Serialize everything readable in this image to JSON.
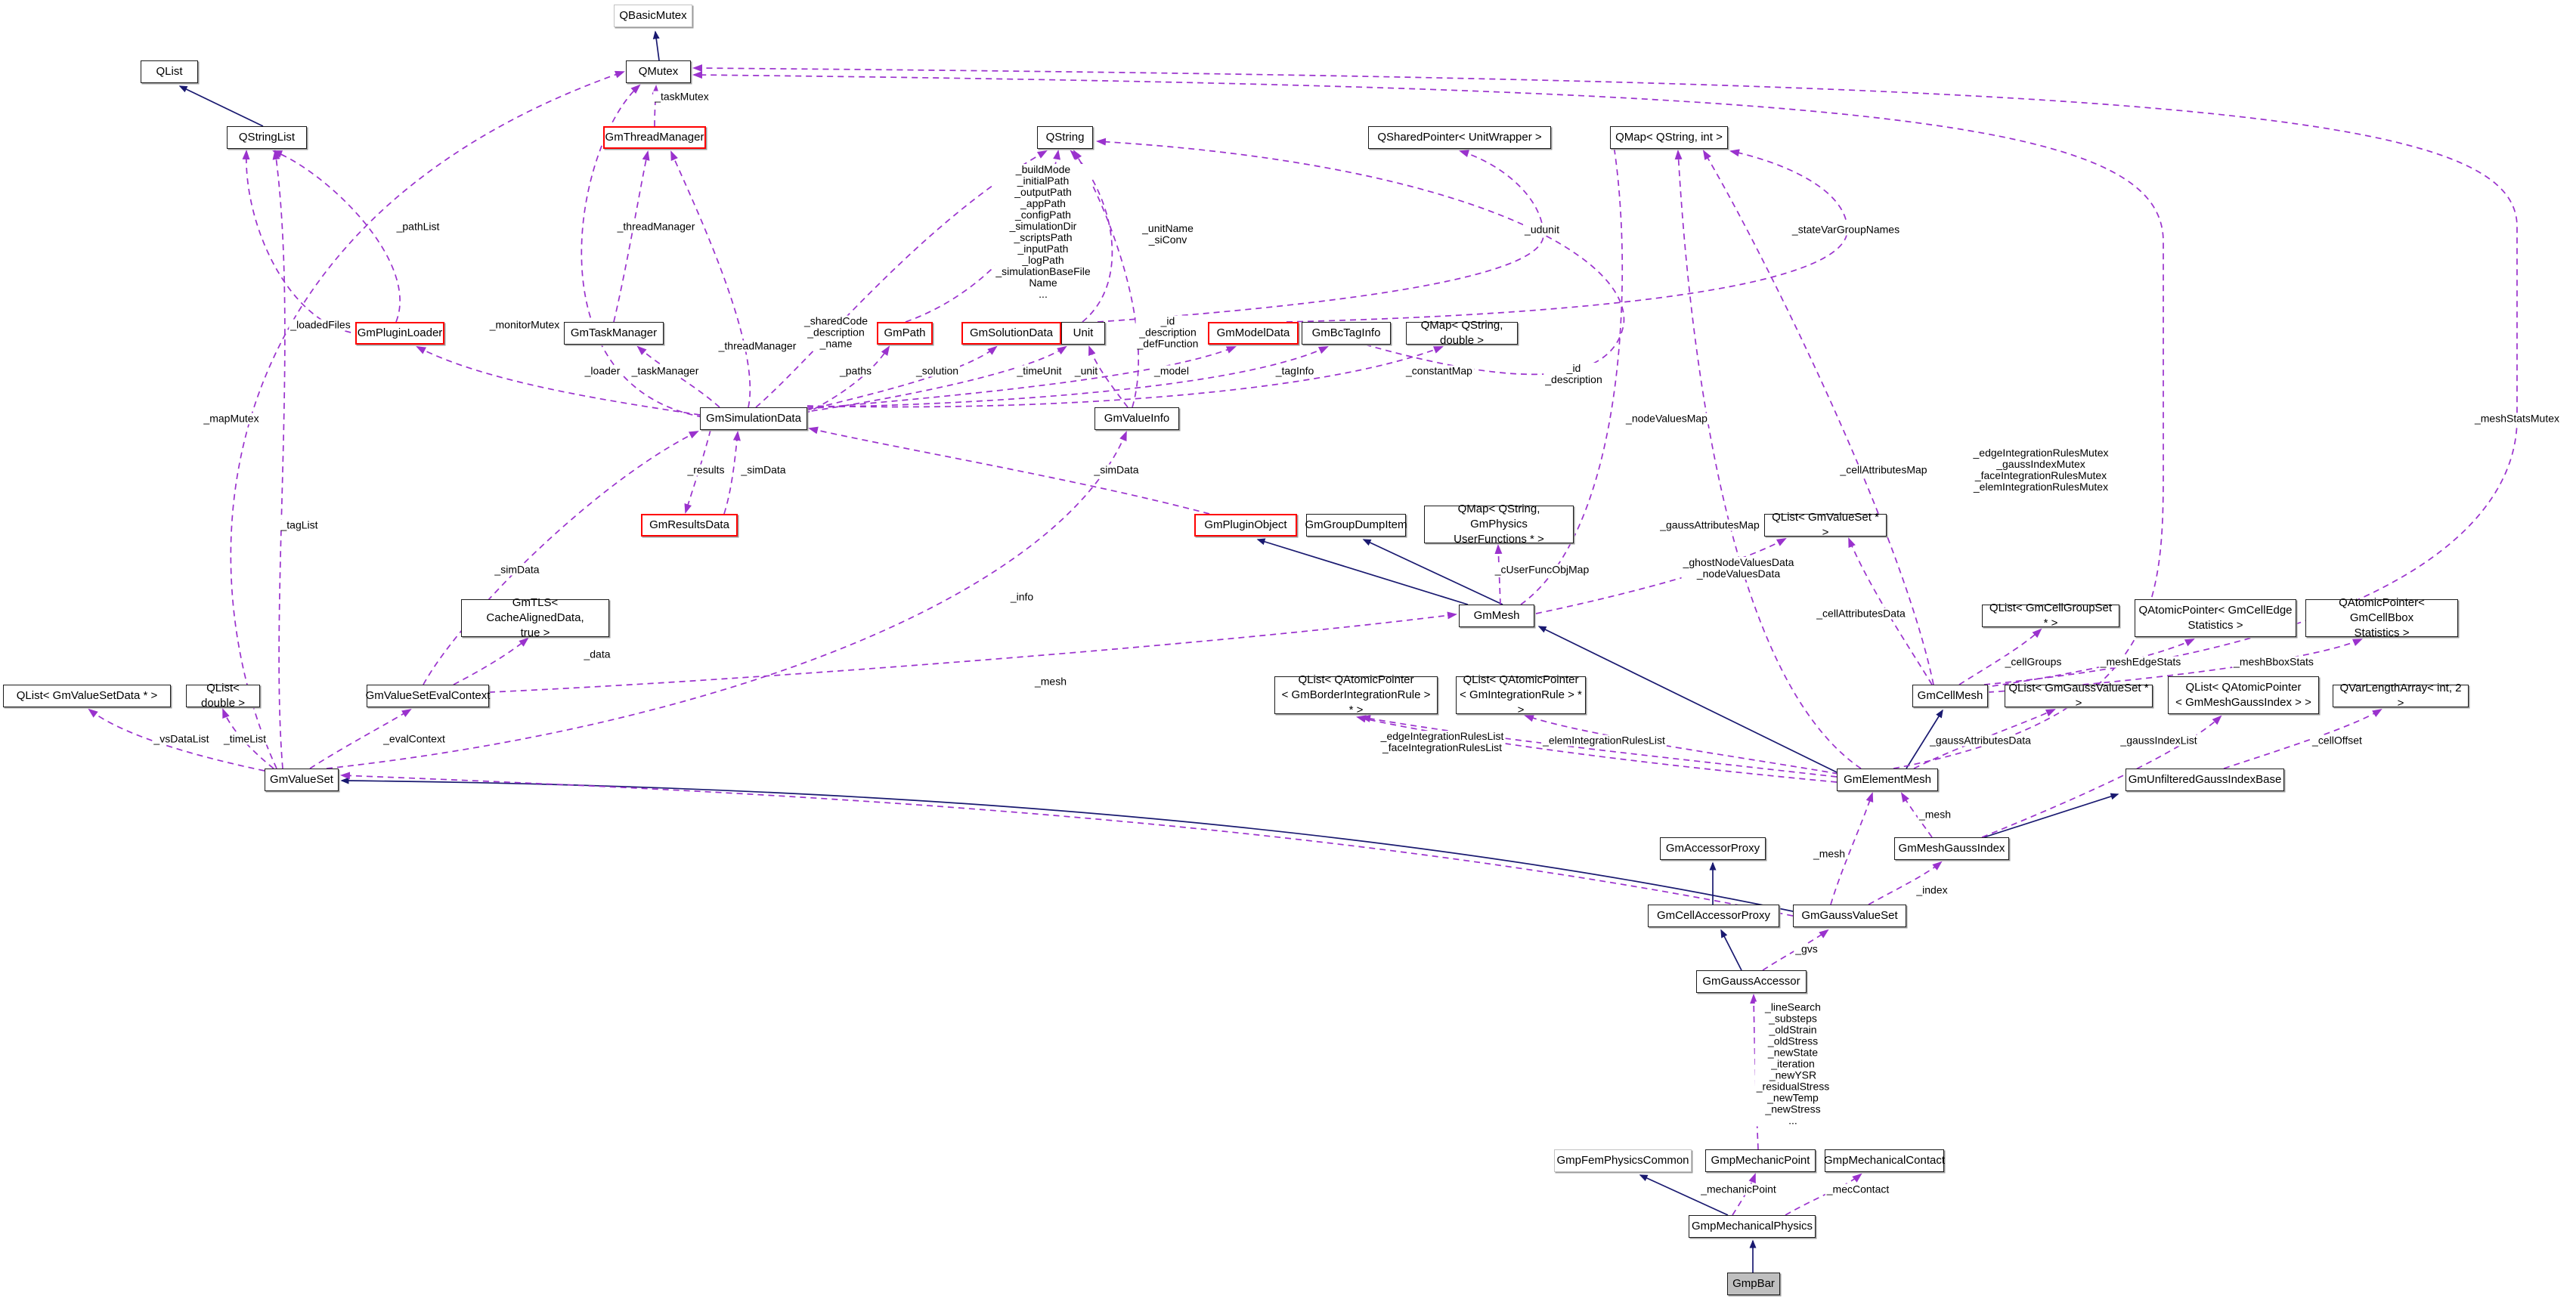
{
  "diagram": {
    "kind": "doxygen-collaboration-graph",
    "subject_class": "GmpBar",
    "colors": {
      "inheritance_edge": "#191970",
      "usage_edge": "#9a32cd",
      "node_border": "#1c1c1c",
      "truncated_node_border": "#ff0000",
      "external_node_border": "#c3c3c3",
      "subject_node_fill": "#bfbfbf"
    }
  },
  "nodes": [
    {
      "id": "QBasicMutex",
      "label": "QBasicMutex",
      "style": "ext"
    },
    {
      "id": "QMutex",
      "label": "QMutex",
      "style": "normal"
    },
    {
      "id": "QList",
      "label": "QList",
      "style": "normal"
    },
    {
      "id": "QStringList",
      "label": "QStringList",
      "style": "normal"
    },
    {
      "id": "GmThreadManager",
      "label": "GmThreadManager",
      "style": "red"
    },
    {
      "id": "QString",
      "label": "QString",
      "style": "normal"
    },
    {
      "id": "QSharedPointerUnitWrapper",
      "label": "QSharedPointer< UnitWrapper >",
      "style": "normal"
    },
    {
      "id": "QMapQStringInt",
      "label": "QMap< QString, int >",
      "style": "normal"
    },
    {
      "id": "GmPluginLoader",
      "label": "GmPluginLoader",
      "style": "red"
    },
    {
      "id": "GmTaskManager",
      "label": "GmTaskManager",
      "style": "normal"
    },
    {
      "id": "GmPath",
      "label": "GmPath",
      "style": "red"
    },
    {
      "id": "GmSolutionData",
      "label": "GmSolutionData",
      "style": "red"
    },
    {
      "id": "Unit",
      "label": "Unit",
      "style": "normal"
    },
    {
      "id": "GmModelData",
      "label": "GmModelData",
      "style": "red"
    },
    {
      "id": "GmBcTagInfo",
      "label": "GmBcTagInfo",
      "style": "normal"
    },
    {
      "id": "QMapQStringDouble",
      "label": "QMap< QString, double >",
      "style": "normal"
    },
    {
      "id": "GmSimulationData",
      "label": "GmSimulationData",
      "style": "normal"
    },
    {
      "id": "GmValueInfo",
      "label": "GmValueInfo",
      "style": "normal"
    },
    {
      "id": "GmResultsData",
      "label": "GmResultsData",
      "style": "red"
    },
    {
      "id": "GmPluginObject",
      "label": "GmPluginObject",
      "style": "red"
    },
    {
      "id": "GmGroupDumpItem",
      "label": "GmGroupDumpItem",
      "style": "normal"
    },
    {
      "id": "QMapQStringGmPhysicsUserFunctions",
      "label": "QMap< QString, GmPhysics\nUserFunctions * >",
      "style": "normal"
    },
    {
      "id": "QListGmValueSetPtr",
      "label": "QList< GmValueSet * >",
      "style": "normal"
    },
    {
      "id": "GmTLS",
      "label": "GmTLS< CacheAlignedData,\ntrue >",
      "style": "normal"
    },
    {
      "id": "GmMesh",
      "label": "GmMesh",
      "style": "normal"
    },
    {
      "id": "QListGmCellGroupSet",
      "label": "QList< GmCellGroupSet * >",
      "style": "normal"
    },
    {
      "id": "QAtomicPointerGmCellEdgeStatistics",
      "label": "QAtomicPointer< GmCellEdge\nStatistics >",
      "style": "normal"
    },
    {
      "id": "QAtomicPointerGmCellBboxStatistics",
      "label": "QAtomicPointer< GmCellBbox\nStatistics >",
      "style": "normal"
    },
    {
      "id": "QListGmValueSetData",
      "label": "QList< GmValueSetData * >",
      "style": "normal"
    },
    {
      "id": "QListDouble",
      "label": "QList< double >",
      "style": "normal"
    },
    {
      "id": "GmValueSetEvalContext",
      "label": "GmValueSetEvalContext",
      "style": "normal"
    },
    {
      "id": "QListQAtomicPointerGmBorderIntegrationRule",
      "label": "QList< QAtomicPointer\n< GmBorderIntegrationRule > * >",
      "style": "normal"
    },
    {
      "id": "QListQAtomicPointerGmIntegrationRule",
      "label": "QList< QAtomicPointer\n< GmIntegrationRule > * >",
      "style": "normal"
    },
    {
      "id": "GmCellMesh",
      "label": "GmCellMesh",
      "style": "normal"
    },
    {
      "id": "QListGmGaussValueSet",
      "label": "QList< GmGaussValueSet * >",
      "style": "normal"
    },
    {
      "id": "QListQAtomicPointerGmMeshGaussIndex",
      "label": "QList< QAtomicPointer\n< GmMeshGaussIndex > >",
      "style": "normal"
    },
    {
      "id": "QVarLengthArrayInt2",
      "label": "QVarLengthArray< int, 2 >",
      "style": "normal"
    },
    {
      "id": "GmValueSet",
      "label": "GmValueSet",
      "style": "normal"
    },
    {
      "id": "GmElementMesh",
      "label": "GmElementMesh",
      "style": "normal"
    },
    {
      "id": "GmUnfilteredGaussIndexBase",
      "label": "GmUnfilteredGaussIndexBase",
      "style": "normal"
    },
    {
      "id": "GmAccessorProxy",
      "label": "GmAccessorProxy",
      "style": "normal"
    },
    {
      "id": "GmMeshGaussIndex",
      "label": "GmMeshGaussIndex",
      "style": "normal"
    },
    {
      "id": "GmCellAccessorProxy",
      "label": "GmCellAccessorProxy",
      "style": "normal"
    },
    {
      "id": "GmGaussValueSet",
      "label": "GmGaussValueSet",
      "style": "normal"
    },
    {
      "id": "GmGaussAccessor",
      "label": "GmGaussAccessor",
      "style": "normal"
    },
    {
      "id": "GmpFemPhysicsCommon",
      "label": "GmpFemPhysicsCommon",
      "style": "ext"
    },
    {
      "id": "GmpMechanicPoint",
      "label": "GmpMechanicPoint",
      "style": "normal"
    },
    {
      "id": "GmpMechanicalContact",
      "label": "GmpMechanicalContact",
      "style": "normal"
    },
    {
      "id": "GmpMechanicalPhysics",
      "label": "GmpMechanicalPhysics",
      "style": "normal"
    },
    {
      "id": "GmpBar",
      "label": "GmpBar",
      "style": "subject"
    }
  ],
  "edge_labels": [
    {
      "text": "_taskMutex"
    },
    {
      "text": "_pathList"
    },
    {
      "text": "_threadManager"
    },
    {
      "text": "_threadManager"
    },
    {
      "text": "_loadedFiles"
    },
    {
      "text": "_monitorMutex"
    },
    {
      "text": "_loader"
    },
    {
      "text": "_taskManager"
    },
    {
      "text": "_sharedCode\n_description\n_name"
    },
    {
      "text": "_buildMode\n_initialPath\n_outputPath\n_appPath\n_configPath\n_simulationDir\n_scriptsPath\n_inputPath\n_logPath\n_simulationBaseFile\nName\n..."
    },
    {
      "text": "_unitName\n_siConv"
    },
    {
      "text": "_udunit"
    },
    {
      "text": "_stateVarGroupNames"
    },
    {
      "text": "_id\n_description\n_defFunction"
    },
    {
      "text": "_paths"
    },
    {
      "text": "_solution"
    },
    {
      "text": "_timeUnit"
    },
    {
      "text": "_unit"
    },
    {
      "text": "_model"
    },
    {
      "text": "_tagInfo"
    },
    {
      "text": "_constantMap"
    },
    {
      "text": "_id\n_description"
    },
    {
      "text": "_mapMutex"
    },
    {
      "text": "_nodeValuesMap"
    },
    {
      "text": "_meshStatsMutex"
    },
    {
      "text": "_tagList"
    },
    {
      "text": "_results"
    },
    {
      "text": "_simData"
    },
    {
      "text": "_simData"
    },
    {
      "text": "_simData"
    },
    {
      "text": "_cellAttributesMap"
    },
    {
      "text": "_edgeIntegrationRulesMutex\n_gaussIndexMutex\n_faceIntegrationRulesMutex\n_elemIntegrationRulesMutex"
    },
    {
      "text": "_gaussAttributesMap"
    },
    {
      "text": "_ghostNodeValuesData\n_nodeValuesData"
    },
    {
      "text": "_cUserFuncObjMap"
    },
    {
      "text": "_info"
    },
    {
      "text": "_data"
    },
    {
      "text": "_mesh"
    },
    {
      "text": "_cellAttributesData"
    },
    {
      "text": "_cellGroups"
    },
    {
      "text": "_meshEdgeStats"
    },
    {
      "text": "_meshBboxStats"
    },
    {
      "text": "_vsDataList"
    },
    {
      "text": "_timeList"
    },
    {
      "text": "_evalContext"
    },
    {
      "text": "_edgeIntegrationRulesList\n_faceIntegrationRulesList"
    },
    {
      "text": "_elemIntegrationRulesList"
    },
    {
      "text": "_gaussAttributesData"
    },
    {
      "text": "_gaussIndexList"
    },
    {
      "text": "_cellOffset"
    },
    {
      "text": "_mesh"
    },
    {
      "text": "_mesh"
    },
    {
      "text": "_index"
    },
    {
      "text": "_gvs"
    },
    {
      "text": "_lineSearch\n_substeps\n_oldStrain\n_oldStress\n_newState\n_iteration\n_newYSR\n_residualStress\n_newTemp\n_newStress\n..."
    },
    {
      "text": "_mechanicPoint"
    },
    {
      "text": "_mecContact"
    }
  ],
  "edges": [
    {
      "from": "QMutex",
      "to": "QBasicMutex",
      "type": "inheritance"
    },
    {
      "from": "QStringList",
      "to": "QList",
      "type": "inheritance"
    },
    {
      "from": "GmMesh",
      "to": "GmPluginObject",
      "type": "inheritance"
    },
    {
      "from": "GmMesh",
      "to": "GmGroupDumpItem",
      "type": "inheritance"
    },
    {
      "from": "GmElementMesh",
      "to": "GmMesh",
      "type": "inheritance"
    },
    {
      "from": "GmElementMesh",
      "to": "GmCellMesh",
      "type": "inheritance"
    },
    {
      "from": "GmGaussValueSet",
      "to": "GmValueSet",
      "type": "inheritance"
    },
    {
      "from": "GmMeshGaussIndex",
      "to": "GmUnfilteredGaussIndexBase",
      "type": "inheritance"
    },
    {
      "from": "GmCellAccessorProxy",
      "to": "GmAccessorProxy",
      "type": "inheritance"
    },
    {
      "from": "GmGaussAccessor",
      "to": "GmCellAccessorProxy",
      "type": "inheritance"
    },
    {
      "from": "GmpMechanicalPhysics",
      "to": "GmpFemPhysicsCommon",
      "type": "inheritance"
    },
    {
      "from": "GmpBar",
      "to": "GmpMechanicalPhysics",
      "type": "inheritance"
    },
    {
      "from": "GmThreadManager",
      "to": "QMutex",
      "type": "usage",
      "label": "_taskMutex"
    },
    {
      "from": "GmTaskManager",
      "to": "GmThreadManager",
      "type": "usage",
      "label": "_threadManager"
    },
    {
      "from": "GmSimulationData",
      "to": "GmThreadManager",
      "type": "usage",
      "label": "_threadManager"
    },
    {
      "from": "GmSimulationData",
      "to": "QMutex",
      "type": "usage",
      "label": "_monitorMutex"
    },
    {
      "from": "GmValueSet",
      "to": "QMutex",
      "type": "usage",
      "label": "_mapMutex"
    },
    {
      "from": "GmCellMesh",
      "to": "QMutex",
      "type": "usage",
      "label": "_meshStatsMutex"
    },
    {
      "from": "GmElementMesh",
      "to": "QMutex",
      "type": "usage",
      "label": "_edgeIntegrationRulesMutex _gaussIndexMutex _faceIntegrationRulesMutex _elemIntegrationRulesMutex"
    },
    {
      "from": "GmPluginLoader",
      "to": "QStringList",
      "type": "usage",
      "label": "_pathList"
    },
    {
      "from": "GmPluginLoader",
      "to": "QStringList",
      "type": "usage",
      "label": "_loadedFiles"
    },
    {
      "from": "GmValueSet",
      "to": "QStringList",
      "type": "usage",
      "label": "_tagList"
    },
    {
      "from": "GmSimulationData",
      "to": "GmPluginLoader",
      "type": "usage",
      "label": "_loader"
    },
    {
      "from": "GmSimulationData",
      "to": "GmTaskManager",
      "type": "usage",
      "label": "_taskManager"
    },
    {
      "from": "GmSimulationData",
      "to": "QString",
      "type": "usage",
      "label": "_sharedCode _description _name"
    },
    {
      "from": "GmPath",
      "to": "QString",
      "type": "usage",
      "label": "_buildMode _initialPath _outputPath _appPath _configPath _simulationDir _scriptsPath _inputPath _logPath _simulationBaseFileName ..."
    },
    {
      "from": "Unit",
      "to": "QString",
      "type": "usage",
      "label": "_unitName _siConv"
    },
    {
      "from": "GmValueInfo",
      "to": "QString",
      "type": "usage",
      "label": "_id _description _defFunction"
    },
    {
      "from": "GmBcTagInfo",
      "to": "QString",
      "type": "usage",
      "label": "_id _description"
    },
    {
      "from": "GmSimulationData",
      "to": "GmPath",
      "type": "usage",
      "label": "_paths"
    },
    {
      "from": "GmSimulationData",
      "to": "GmSolutionData",
      "type": "usage",
      "label": "_solution"
    },
    {
      "from": "GmSimulationData",
      "to": "Unit",
      "type": "usage",
      "label": "_timeUnit"
    },
    {
      "from": "GmValueInfo",
      "to": "Unit",
      "type": "usage",
      "label": "_unit"
    },
    {
      "from": "GmSimulationData",
      "to": "GmModelData",
      "type": "usage",
      "label": "_model"
    },
    {
      "from": "GmSimulationData",
      "to": "GmBcTagInfo",
      "type": "usage",
      "label": "_tagInfo"
    },
    {
      "from": "GmSimulationData",
      "to": "QMapQStringDouble",
      "type": "usage",
      "label": "_constantMap"
    },
    {
      "from": "Unit",
      "to": "QSharedPointerUnitWrapper",
      "type": "usage",
      "label": "_udunit"
    },
    {
      "from": "GmModelData",
      "to": "QMapQStringInt",
      "type": "usage",
      "label": "_stateVarGroupNames"
    },
    {
      "from": "GmSimulationData",
      "to": "GmResultsData",
      "type": "usage",
      "label": "_results"
    },
    {
      "from": "GmResultsData",
      "to": "GmSimulationData",
      "type": "usage",
      "label": "_simData"
    },
    {
      "from": "GmValueSetEvalContext",
      "to": "GmSimulationData",
      "type": "usage",
      "label": "_simData"
    },
    {
      "from": "GmPluginObject",
      "to": "GmSimulationData",
      "type": "usage",
      "label": "_simData"
    },
    {
      "from": "GmValueSet",
      "to": "GmValueInfo",
      "type": "usage",
      "label": "_info"
    },
    {
      "from": "GmValueSetEvalContext",
      "to": "GmTLS",
      "type": "usage",
      "label": "_data"
    },
    {
      "from": "GmValueSet",
      "to": "GmValueSetEvalContext",
      "type": "usage",
      "label": "_evalContext"
    },
    {
      "from": "GmValueSet",
      "to": "QListGmValueSetData",
      "type": "usage",
      "label": "_vsDataList"
    },
    {
      "from": "GmValueSet",
      "to": "QListDouble",
      "type": "usage",
      "label": "_timeList"
    },
    {
      "from": "GmValueSetEvalContext",
      "to": "GmMesh",
      "type": "usage",
      "label": "_mesh"
    },
    {
      "from": "GmMesh",
      "to": "QMapQStringGmPhysicsUserFunctions",
      "type": "usage",
      "label": "_cUserFuncObjMap"
    },
    {
      "from": "GmMesh",
      "to": "QMapQStringInt",
      "type": "usage",
      "label": "_nodeValuesMap"
    },
    {
      "from": "GmCellMesh",
      "to": "QMapQStringInt",
      "type": "usage",
      "label": "_cellAttributesMap"
    },
    {
      "from": "GmElementMesh",
      "to": "QMapQStringInt",
      "type": "usage",
      "label": "_gaussAttributesMap"
    },
    {
      "from": "GmMesh",
      "to": "QListGmValueSetPtr",
      "type": "usage",
      "label": "_ghostNodeValuesData _nodeValuesData"
    },
    {
      "from": "GmCellMesh",
      "to": "QListGmValueSetPtr",
      "type": "usage",
      "label": "_cellAttributesData"
    },
    {
      "from": "GmCellMesh",
      "to": "QListGmCellGroupSet",
      "type": "usage",
      "label": "_cellGroups"
    },
    {
      "from": "GmCellMesh",
      "to": "QAtomicPointerGmCellEdgeStatistics",
      "type": "usage",
      "label": "_meshEdgeStats"
    },
    {
      "from": "GmCellMesh",
      "to": "QAtomicPointerGmCellBboxStatistics",
      "type": "usage",
      "label": "_meshBboxStats"
    },
    {
      "from": "GmElementMesh",
      "to": "QListQAtomicPointerGmBorderIntegrationRule",
      "type": "usage",
      "label": "_edgeIntegrationRulesList _faceIntegrationRulesList"
    },
    {
      "from": "GmElementMesh",
      "to": "QListQAtomicPointerGmIntegrationRule",
      "type": "usage",
      "label": "_elemIntegrationRulesList"
    },
    {
      "from": "GmElementMesh",
      "to": "QListGmGaussValueSet",
      "type": "usage",
      "label": "_gaussAttributesData"
    },
    {
      "from": "GmMeshGaussIndex",
      "to": "QListQAtomicPointerGmMeshGaussIndex",
      "type": "usage",
      "label": "_gaussIndexList"
    },
    {
      "from": "GmUnfilteredGaussIndexBase",
      "to": "QVarLengthArrayInt2",
      "type": "usage",
      "label": "_cellOffset"
    },
    {
      "from": "GmGaussValueSet",
      "to": "GmMeshGaussIndex",
      "type": "usage",
      "label": "_index"
    },
    {
      "from": "GmGaussValueSet",
      "to": "GmElementMesh",
      "type": "usage",
      "label": "_mesh"
    },
    {
      "from": "GmMeshGaussIndex",
      "to": "GmElementMesh",
      "type": "usage",
      "label": "_mesh"
    },
    {
      "from": "GmGaussAccessor",
      "to": "GmGaussValueSet",
      "type": "usage",
      "label": "_gvs"
    },
    {
      "from": "GmpMechanicPoint",
      "to": "GmGaussAccessor",
      "type": "usage",
      "label": "_lineSearch _substeps _oldStrain _oldStress _newState _iteration _newYSR _residualStress _newTemp _newStress ..."
    },
    {
      "from": "GmpMechanicalPhysics",
      "to": "GmpMechanicPoint",
      "type": "usage",
      "label": "_mechanicPoint"
    },
    {
      "from": "GmpMechanicalPhysics",
      "to": "GmpMechanicalContact",
      "type": "usage",
      "label": "_mecContact"
    }
  ]
}
